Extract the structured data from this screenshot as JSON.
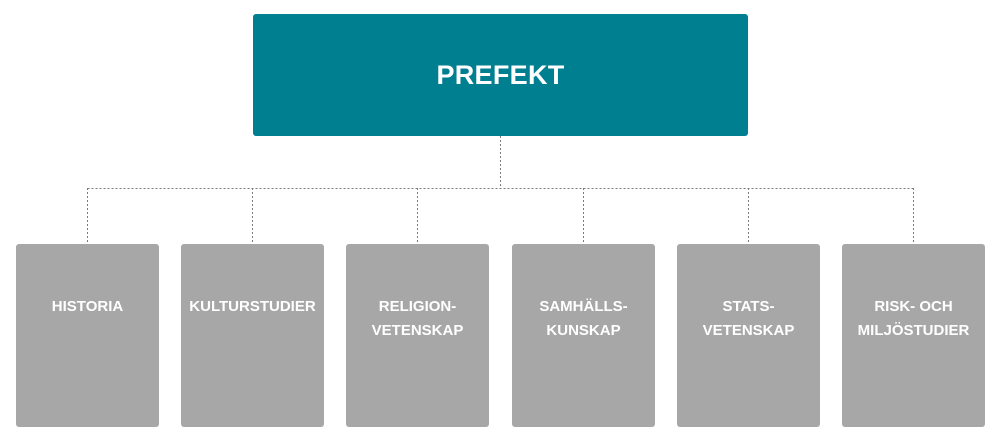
{
  "head": {
    "title": "PREFEKT"
  },
  "departments": [
    {
      "lines": [
        "HISTORIA"
      ]
    },
    {
      "lines": [
        "KULTURSTUDIER"
      ]
    },
    {
      "lines": [
        "RELIGION-",
        "VETENSKAP"
      ]
    },
    {
      "lines": [
        "SAMHÄLLS-",
        "KUNSKAP"
      ]
    },
    {
      "lines": [
        "STATS-",
        "VETENSKAP"
      ]
    },
    {
      "lines": [
        "RISK- OCH",
        "MILJÖSTUDIER"
      ]
    }
  ],
  "colors": {
    "head_box": "#007f91",
    "department_box": "#a8a7a8",
    "connector": "#7a7a7a",
    "text": "#ffffff"
  }
}
